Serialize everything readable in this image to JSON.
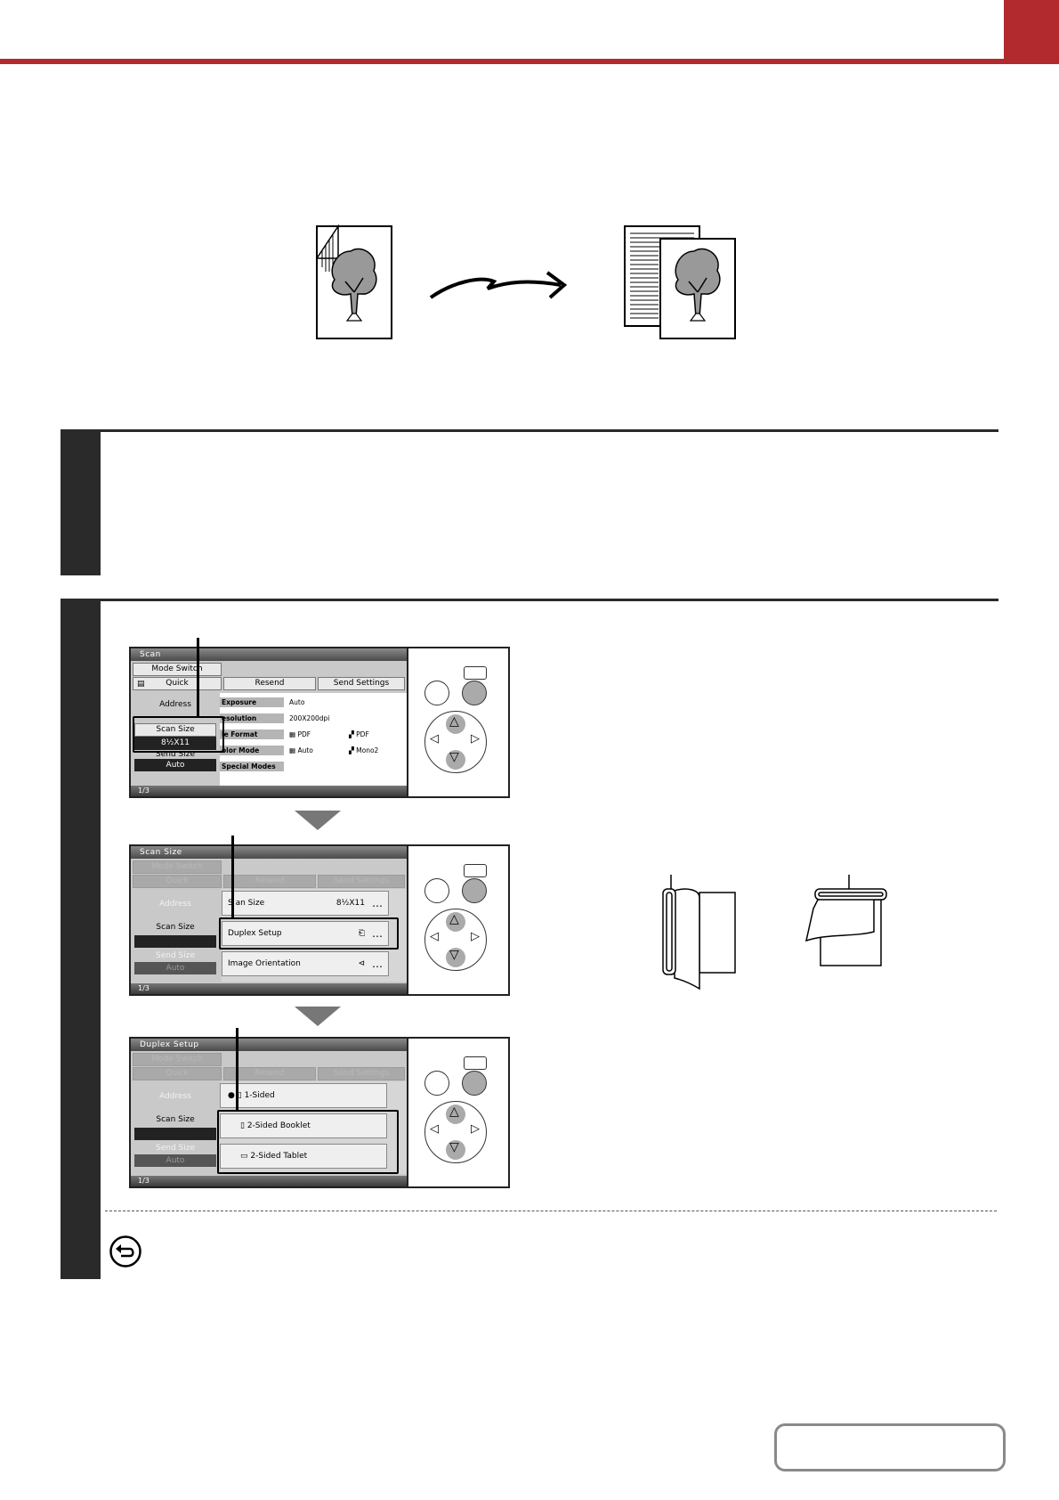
{
  "screens": [
    {
      "title": "Scan",
      "buttons": {
        "mode_switch": "Mode Switch",
        "quick": "Quick",
        "resend": "Resend",
        "send_settings": "Send Settings",
        "address": "Address",
        "scan_size": "Scan Size",
        "scan_size_value": "8½X11",
        "send_size": "Send Size",
        "send_size_value": "Auto"
      },
      "settings": [
        {
          "label": "Exposure",
          "value": "Auto",
          "value2": ""
        },
        {
          "label": "esolution",
          "value": "200X200dpi",
          "value2": ""
        },
        {
          "label": "le Format",
          "value": "PDF",
          "value2": "PDF"
        },
        {
          "label": "olor Mode",
          "value": "Auto",
          "value2": "Mono2"
        },
        {
          "label": "Special Modes",
          "value": "",
          "value2": ""
        }
      ],
      "page_indicator": "1/3"
    },
    {
      "title": "Scan Size",
      "buttons": {
        "mode_switch": "Mode Switch",
        "quick": "Quick",
        "resend": "Resend",
        "send_settings": "Send Settings",
        "address": "Address",
        "scan_size": "Scan Size",
        "send_size": "Send Size",
        "send_size_value": "Auto"
      },
      "menu": [
        {
          "label": "S an Size",
          "value": "8½X11"
        },
        {
          "label": "Duplex Setup",
          "value": ""
        },
        {
          "label": "Image Orientation",
          "value": ""
        }
      ],
      "more": "…",
      "page_indicator": "1/3"
    },
    {
      "title": "Duplex Setup",
      "buttons": {
        "mode_switch": "Mode Switch",
        "quick": "Quick",
        "resend": "Resend",
        "send_settings": "Send Settings",
        "address": "Address",
        "scan_size": "Scan Size",
        "send_size": "Send Size",
        "send_size_value": "Auto"
      },
      "options": [
        "1-Sided",
        "2-Sided Booklet",
        "2-Sided Tablet"
      ],
      "page_indicator": "1/3"
    }
  ],
  "control_arrows": {
    "up": "△",
    "down": "▽",
    "left": "◁",
    "right": "▷"
  },
  "colors": {
    "accent_red": "#b2292e",
    "step_dark": "#2a2a2a",
    "lcd_gray": "#c9c9c9"
  },
  "icons": [
    "tree-icon",
    "arrow-icon",
    "return-icon",
    "booklet-binding-icon",
    "tablet-binding-icon"
  ]
}
